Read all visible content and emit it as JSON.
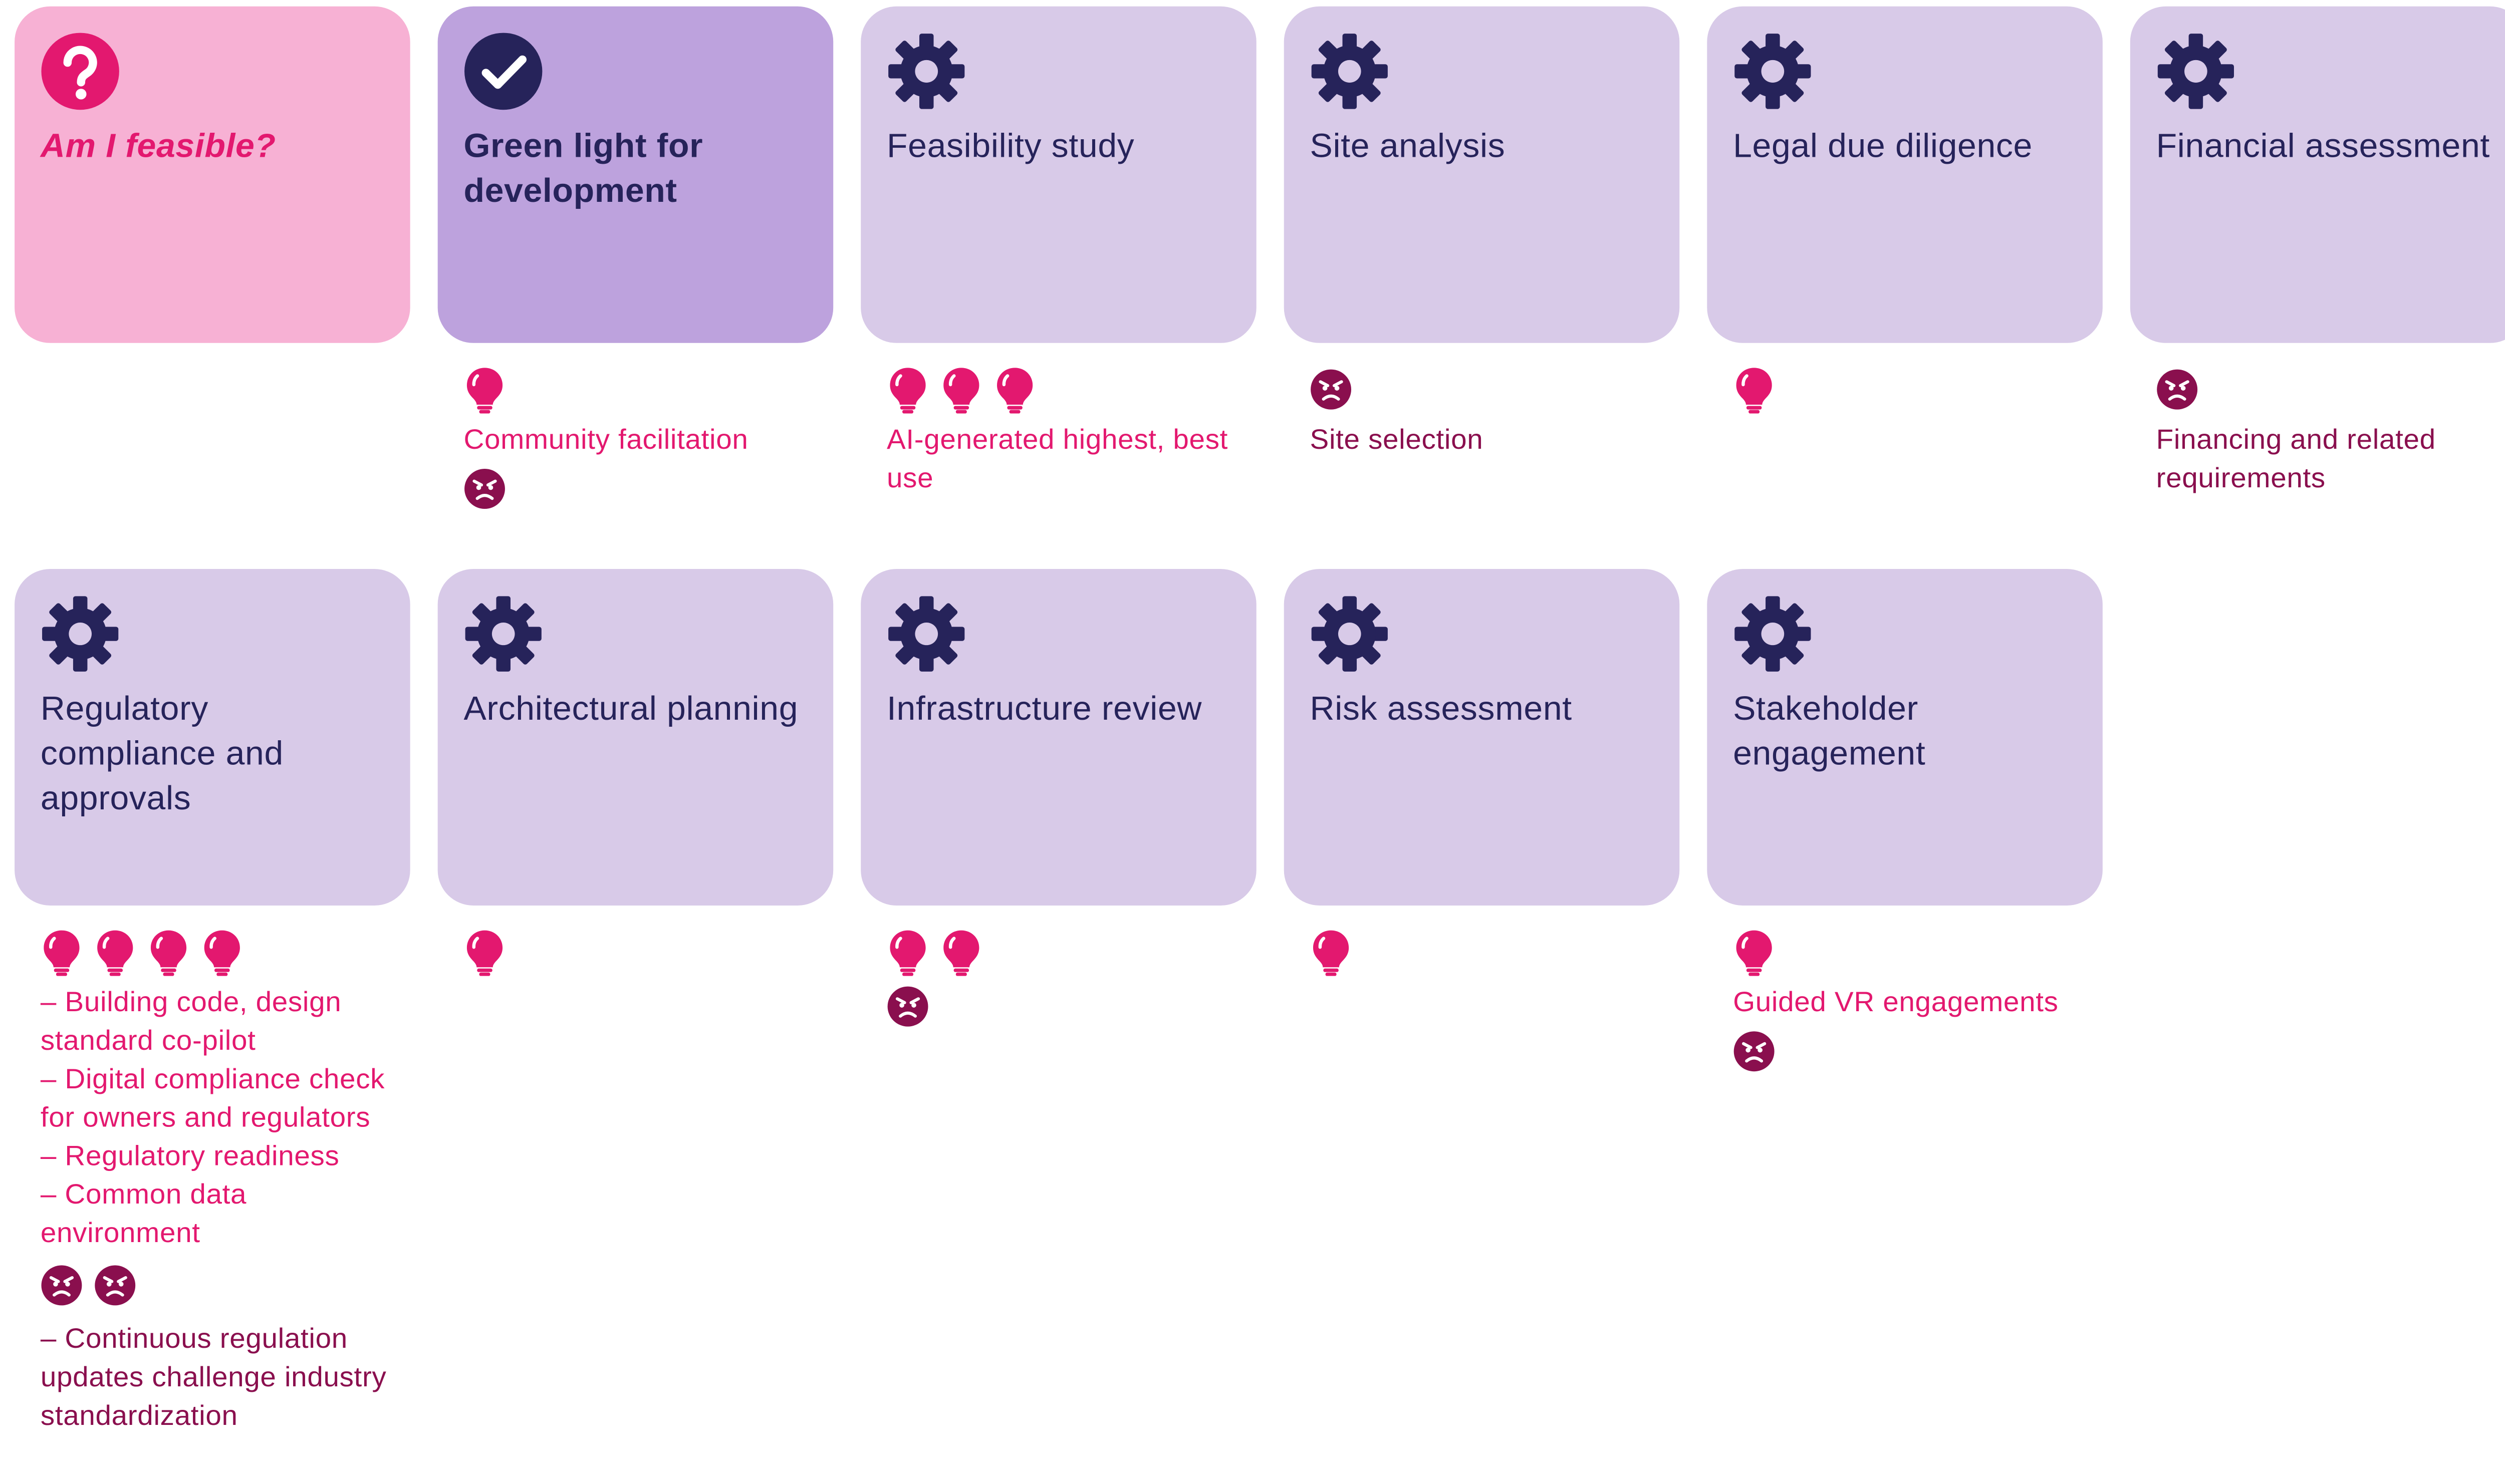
{
  "colors": {
    "card_default": "#d8cae8",
    "card_question": "#f7b1d4",
    "card_milestone": "#bda2dd",
    "icon_navy": "#26235a",
    "opportunity_pink": "#e3186f",
    "pain_point_maroon": "#8a0f4e"
  },
  "icons": {
    "question": "question-circle-icon",
    "milestone": "check-circle-icon",
    "process": "gear-icon",
    "opportunity": "lightbulb-icon",
    "pain_point": "angry-face-icon"
  },
  "steps": [
    {
      "title": "Am I feasible?",
      "kind": "question",
      "opportunities": 0,
      "opportunity_text": [],
      "pain_points": 0,
      "pain_text": []
    },
    {
      "title": "Green light for development",
      "kind": "milestone",
      "opportunities": 1,
      "opportunity_text": [
        "Community facilitation"
      ],
      "pain_points": 1,
      "pain_text": []
    },
    {
      "title": "Feasibility study",
      "kind": "process",
      "opportunities": 3,
      "opportunity_text": [
        "AI-generated highest, best use"
      ],
      "pain_points": 0,
      "pain_text": []
    },
    {
      "title": "Site analysis",
      "kind": "process",
      "opportunities": 0,
      "opportunity_text": [],
      "pain_points": 1,
      "pain_text": [
        "Site selection"
      ]
    },
    {
      "title": "Legal due diligence",
      "kind": "process",
      "opportunities": 1,
      "opportunity_text": [],
      "pain_points": 0,
      "pain_text": []
    },
    {
      "title": "Financial assessment",
      "kind": "process",
      "opportunities": 0,
      "opportunity_text": [],
      "pain_points": 1,
      "pain_text": [
        "Financing and related requirements"
      ]
    },
    {
      "title": "Regulatory compliance and approvals",
      "kind": "process",
      "opportunities": 4,
      "opportunity_text": [
        "– Building code, design standard co-pilot",
        "– Digital compliance check for owners and regulators",
        "– Regulatory readiness",
        "– Common data environment"
      ],
      "pain_points": 2,
      "pain_text": [
        "– Continuous regulation updates challenge industry standardization"
      ]
    },
    {
      "title": "Architectural planning",
      "kind": "process",
      "opportunities": 1,
      "opportunity_text": [],
      "pain_points": 0,
      "pain_text": []
    },
    {
      "title": "Infrastructure review",
      "kind": "process",
      "opportunities": 2,
      "opportunity_text": [],
      "pain_points": 1,
      "pain_text": []
    },
    {
      "title": "Risk assessment",
      "kind": "process",
      "opportunities": 1,
      "opportunity_text": [],
      "pain_points": 0,
      "pain_text": []
    },
    {
      "title": "Stakeholder engagement",
      "kind": "process",
      "opportunities": 1,
      "opportunity_text": [
        "Guided VR engagements"
      ],
      "pain_points": 1,
      "pain_text": []
    }
  ]
}
